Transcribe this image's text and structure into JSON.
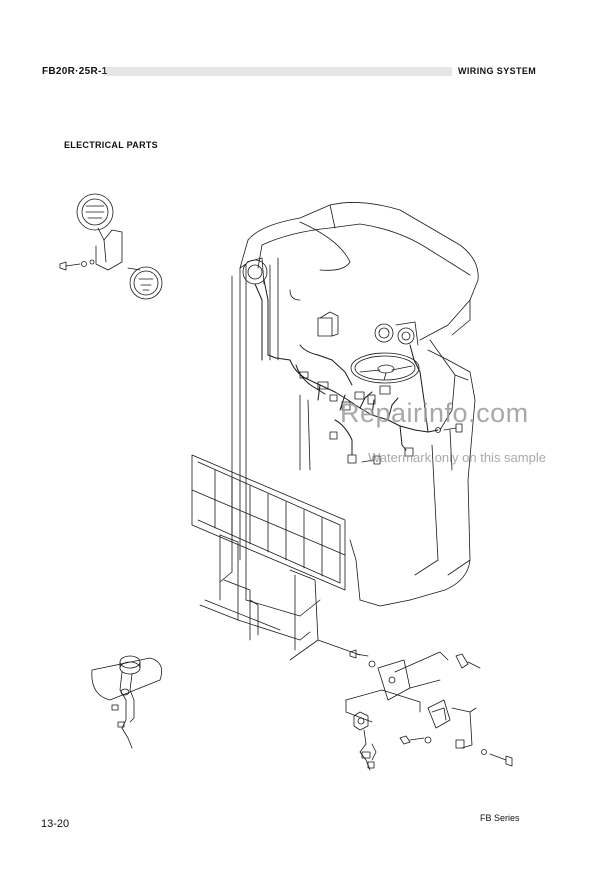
{
  "header": {
    "model": "FB20R·25R-1",
    "section": "WIRING SYSTEM"
  },
  "section_title": "ELECTRICAL PARTS",
  "watermark": {
    "line1": "Repairinfo.com",
    "line2": "Watermark only on this sample"
  },
  "footer": {
    "page_number": "13-20",
    "series": "FB Series"
  },
  "colors": {
    "line_art": "#1a1a1a",
    "watermark": "#9a9a9a",
    "header_bar": "#9a9a9a"
  }
}
